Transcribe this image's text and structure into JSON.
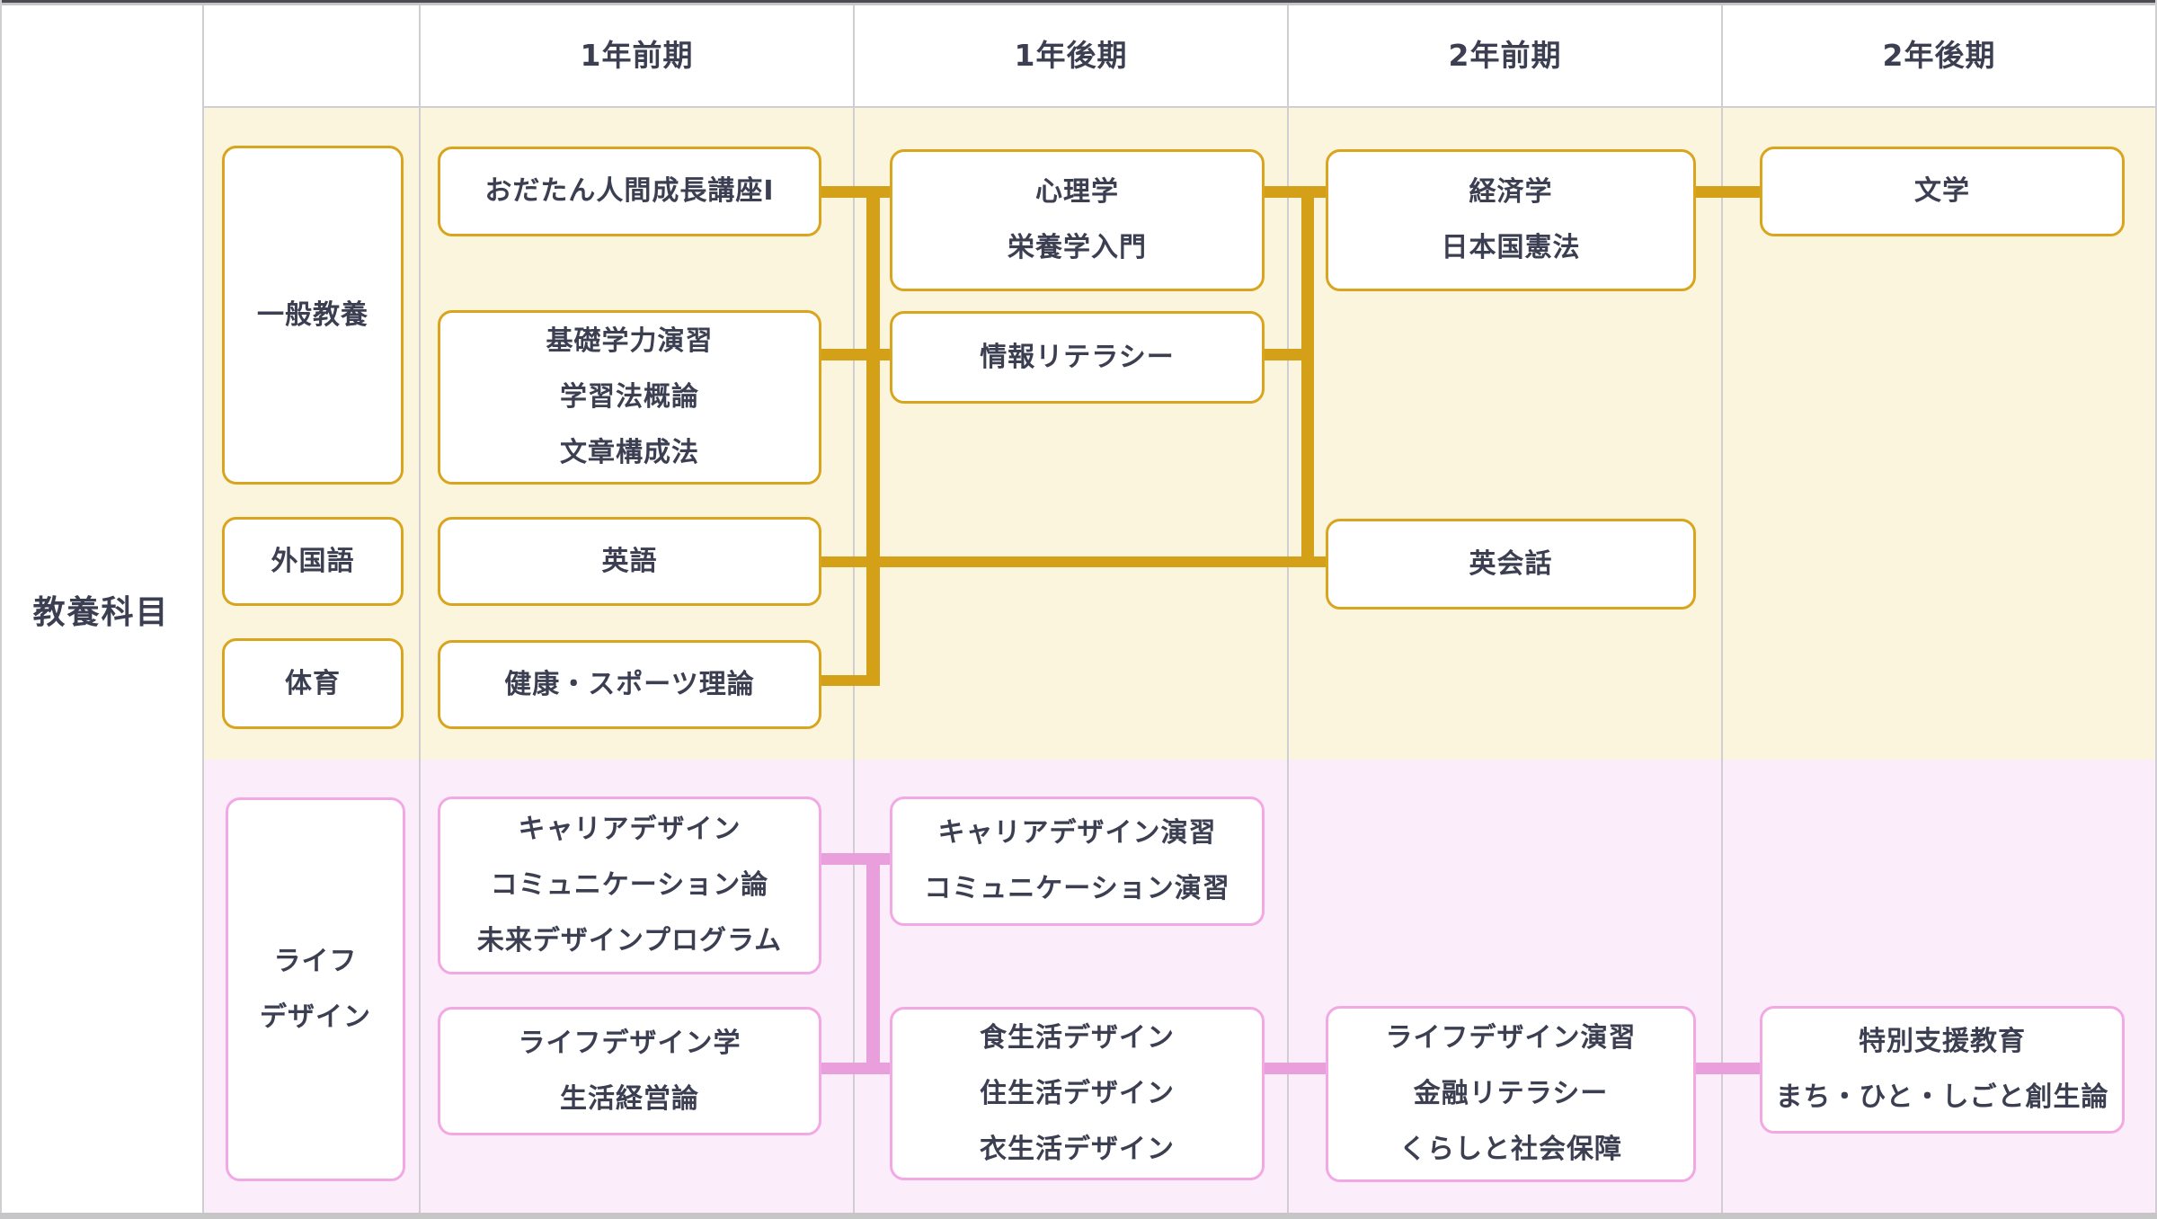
{
  "title": "教養科目",
  "header": {
    "terms": [
      "1年前期",
      "1年後期",
      "2年前期",
      "2年後期"
    ]
  },
  "sections": {
    "liberal": {
      "categories": {
        "ippan": "一般教養",
        "gaikokugo": "外国語",
        "taiiku": "体育"
      },
      "courses": {
        "odatan": {
          "lines": [
            "おだたん人間成長講座I"
          ]
        },
        "kiso": {
          "lines": [
            "基礎学力演習",
            "学習法概論",
            "文章構成法"
          ]
        },
        "eigo": {
          "lines": [
            "英語"
          ]
        },
        "kenko": {
          "lines": [
            "健康・スポーツ理論"
          ]
        },
        "shinri": {
          "lines": [
            "心理学",
            "栄養学入門"
          ]
        },
        "joho": {
          "lines": [
            "情報リテラシー"
          ]
        },
        "keizai": {
          "lines": [
            "経済学",
            "日本国憲法"
          ]
        },
        "eikaiwa": {
          "lines": [
            "英会話"
          ]
        },
        "bungaku": {
          "lines": [
            "文学"
          ]
        }
      }
    },
    "life": {
      "category": {
        "lines": [
          "ライフ",
          "デザイン"
        ]
      },
      "courses": {
        "career": {
          "lines": [
            "キャリアデザイン",
            "コミュニケーション論",
            "未来デザインプログラム"
          ]
        },
        "lifegaku": {
          "lines": [
            "ライフデザイン学",
            "生活経営論"
          ]
        },
        "career_ensyu": {
          "lines": [
            "キャリアデザイン演習",
            "コミュニケーション演習"
          ]
        },
        "shoku": {
          "lines": [
            "食生活デザイン",
            "住生活デザイン",
            "衣生活デザイン"
          ]
        },
        "life_ensyu": {
          "lines": [
            "ライフデザイン演習",
            "金融リテラシー",
            "くらしと社会保障"
          ]
        },
        "tokubetsu": {
          "lines": [
            "特別支援教育",
            "まち・ひと・しごと創生論"
          ]
        }
      }
    }
  },
  "colors": {
    "yellow_bg": "#FCF5DD",
    "pink_bg": "#FBEDF9",
    "gold_line": "#D4A017",
    "gold_border": "#D9A51E",
    "pink_line": "#E89FDC",
    "pink_border": "#F2A9E3",
    "text": "#3B3F51",
    "divider": "#CFCFD3",
    "frame_dark": "#4B4B51",
    "frame_light": "#C6C6C9"
  }
}
